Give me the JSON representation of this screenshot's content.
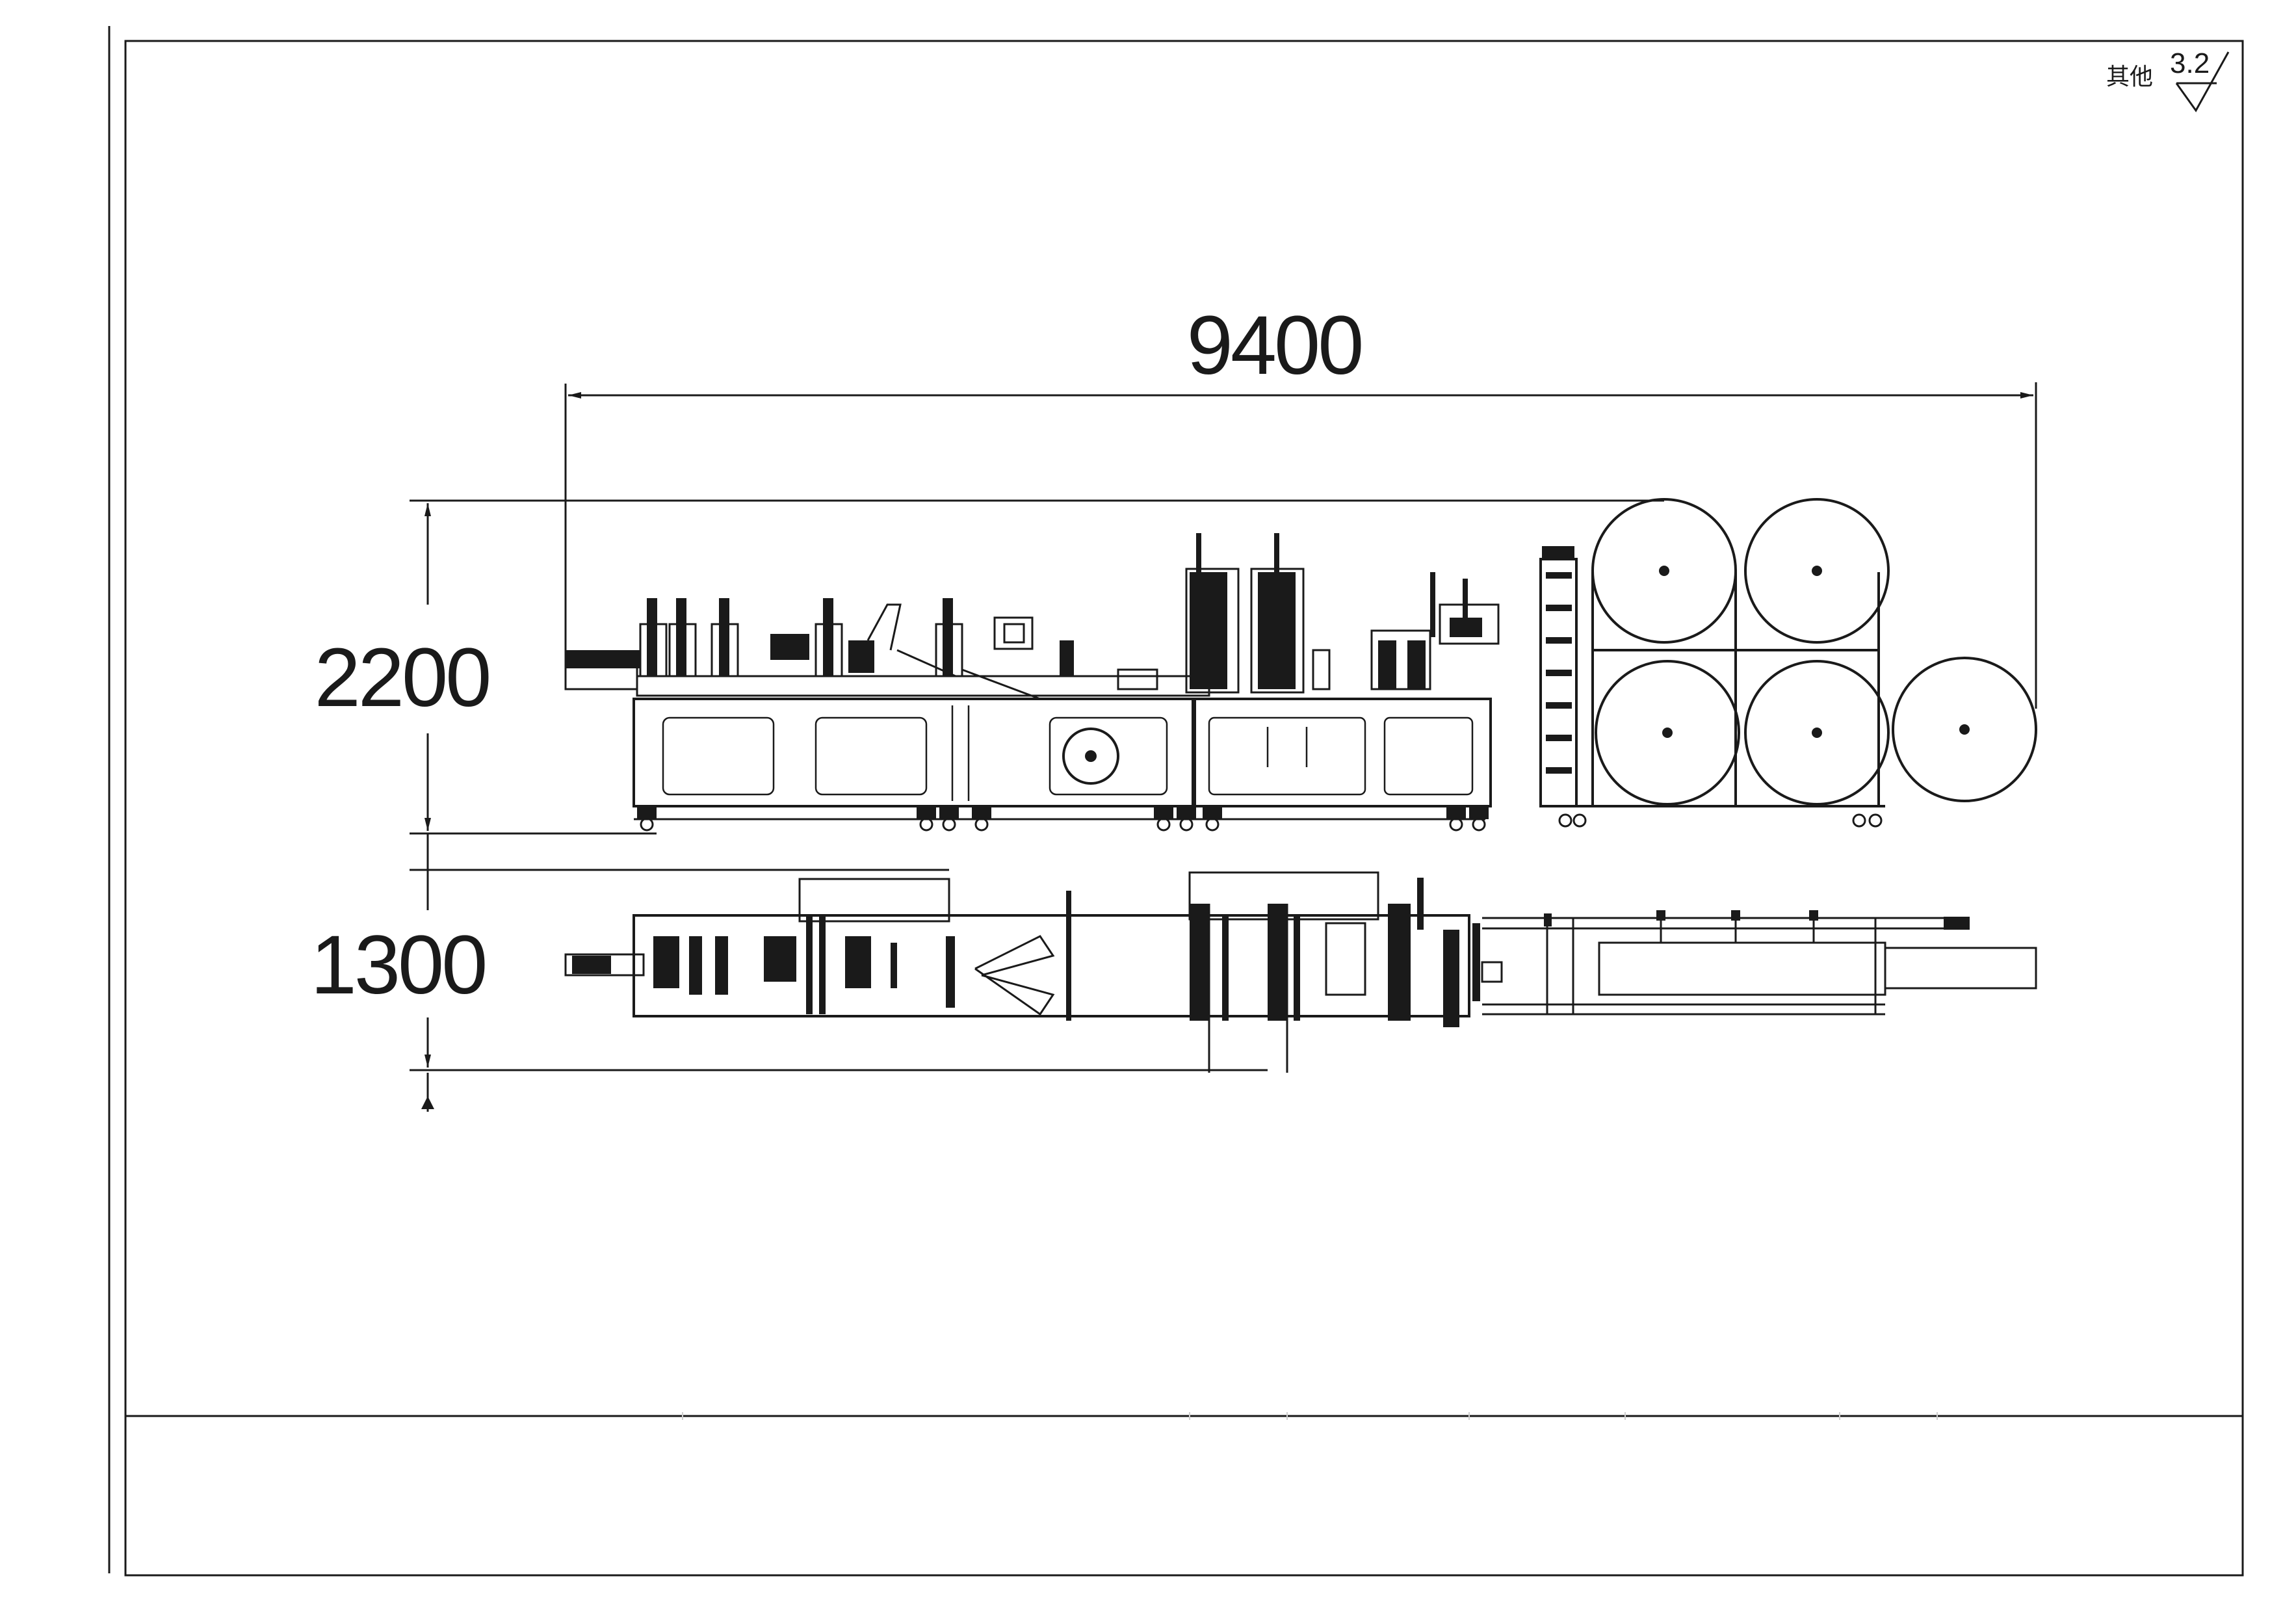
{
  "drawing": {
    "surface_note": "其他",
    "roughness_value": "3.2",
    "dimensions": {
      "overall_length": "9400",
      "height": "2200",
      "width": "1300"
    }
  },
  "colors": {
    "line": "#1a1a1a",
    "paper": "#ffffff"
  }
}
